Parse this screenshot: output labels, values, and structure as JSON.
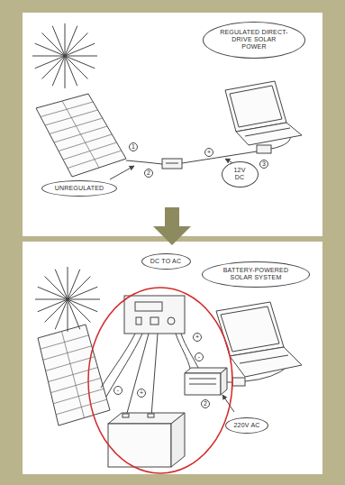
{
  "diagram": {
    "nodes": [
      {
        "text": [
          "REGULATED DIRECT-DRIVE SOLAR POWER"
        ]
      },
      {
        "text": [
          "UNREGULATED"
        ]
      },
      {
        "text": [
          "12V DC"
        ]
      },
      {
        "text": [
          "DC TO AC"
        ]
      },
      {
        "text": [
          "BATTERY-POWERED SOLAR SYSTEM"
        ]
      },
      {
        "text": [
          "220V AC"
        ]
      }
    ],
    "labels": [
      "1",
      "2",
      "+",
      "3",
      "-",
      "+",
      "+",
      "-",
      "2"
    ]
  }
}
